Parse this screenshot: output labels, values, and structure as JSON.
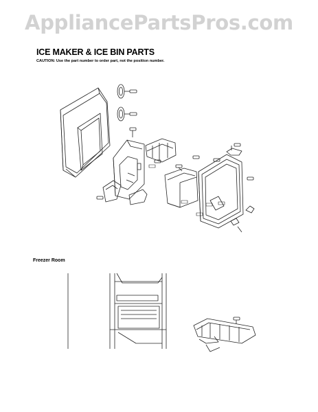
{
  "watermark": "AppliancePartsPros.com",
  "header": {
    "title": "ICE MAKER & ICE BIN PARTS",
    "caution": "CAUTION: Use the part number to order part, not the position number."
  },
  "section": {
    "freezer_label": "Freezer Room"
  },
  "colors": {
    "line": "#222222",
    "watermark": "#d2d2d2",
    "tag_fill": "#ffffff"
  }
}
